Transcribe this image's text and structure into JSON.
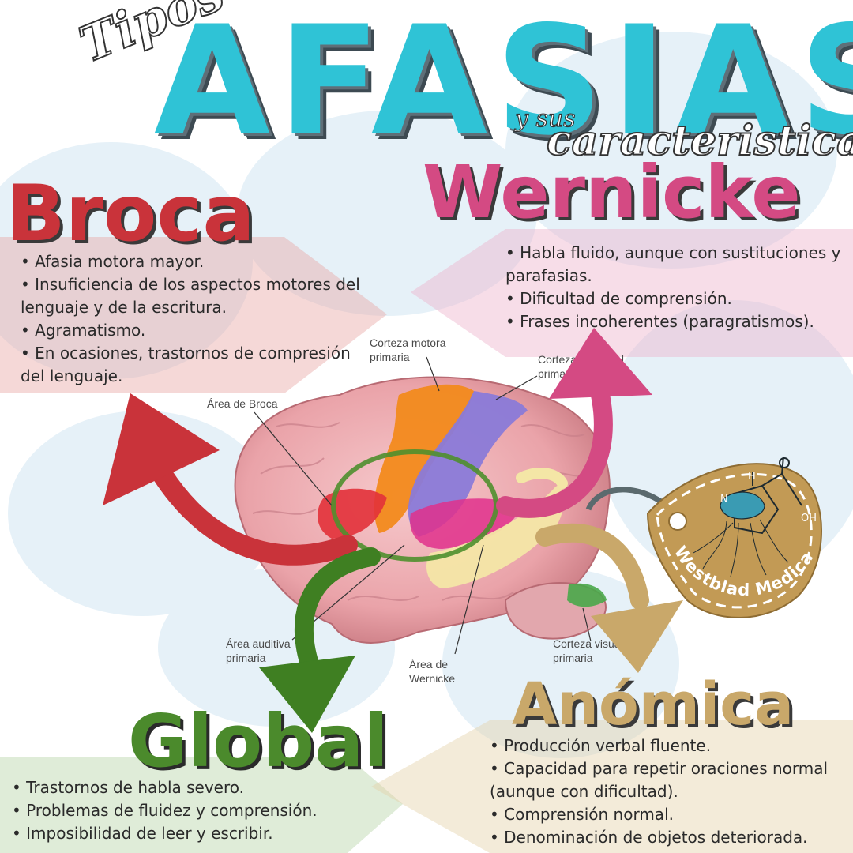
{
  "title": {
    "prefix": "Tipos de",
    "main": "AFASIAS",
    "connector": "y sus",
    "suffix": "caracteristicas"
  },
  "sections": {
    "broca": {
      "heading": "Broca",
      "items": [
        "• Afasia motora mayor.",
        "• Insuficiencia de los aspectos motores del lenguaje y de la escritura.",
        "• Agramatismo.",
        "• En ocasiones, trastornos de compresión del lenguaje."
      ]
    },
    "wernicke": {
      "heading": "Wernicke",
      "items": [
        "• Habla fluido, aunque con sustituciones y parafasias.",
        "• Dificultad de comprensión.",
        "• Frases incoherentes (paragratismos)."
      ]
    },
    "global": {
      "heading": "Global",
      "items": [
        "• Trastornos de habla severo.",
        "• Problemas de fluidez y comprensión.",
        "• Imposibilidad de leer y escribir."
      ]
    },
    "anomica": {
      "heading": "Anómica",
      "items": [
        "• Producción verbal fluente.",
        "• Capacidad para repetir oraciones normal (aunque con dificultad).",
        "• Comprensión normal.",
        "• Denominación de objetos deteriorada."
      ]
    }
  },
  "brain_labels": {
    "motor": "Corteza motora\nprimaria",
    "sensory": "Corteza sensorial\nprimaria",
    "broca": "Área de Broca",
    "auditory": "Área auditiva\nprimaria",
    "wernicke": "Área de\nWernicke",
    "visual": "Corteza visual\nprimaria"
  },
  "logo": {
    "text": "Westblad Medical",
    "chem_labels": [
      "N",
      "H",
      "OH"
    ]
  },
  "colors": {
    "afasias": "#2fc3d6",
    "broca": "#c9333a",
    "wernicke": "#d44a83",
    "global": "#4b8a2c",
    "anomica": "#c9a86a",
    "logo": "#c29a55"
  },
  "icons": {
    "broca_arrow": "curved-arrow-up-left",
    "wernicke_arrow": "curved-arrow-up-right",
    "global_arrow": "curved-arrow-down",
    "anomica_arrow": "curved-arrow-down-right",
    "logo": "chemical-structure-tag"
  }
}
